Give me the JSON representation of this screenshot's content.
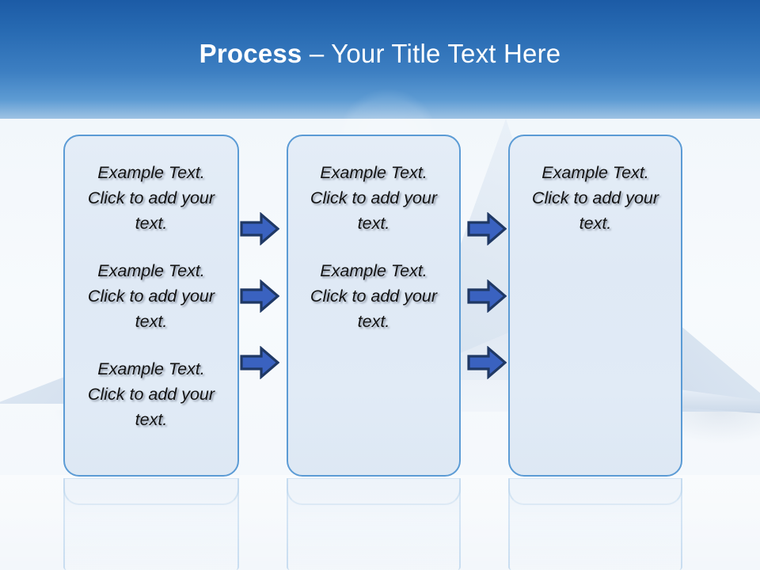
{
  "slide": {
    "title": {
      "strong": "Process",
      "rest": " – Your Title Text Here"
    },
    "theme": {
      "sky_top": "#1c5ba6",
      "sky_bottom": "#f2f7fb",
      "box_border": "#5b9bd5",
      "box_fill": "#e1ebf6",
      "arrow_fill": "#3a62c0",
      "arrow_outline": "#1f3864",
      "title_color": "#ffffff",
      "body_text": "#121212"
    },
    "boxes": [
      {
        "name": "process-box-1",
        "paragraphs": [
          "Example Text. Click  to add your text.",
          "Example Text. Click  to add your text.",
          "Example Text. Click  to add your text."
        ]
      },
      {
        "name": "process-box-2",
        "paragraphs": [
          "Example Text. Click  to add your text.",
          "Example Text. Click  to add your text."
        ]
      },
      {
        "name": "process-box-3",
        "paragraphs": [
          "Example Text. Click  to add your text."
        ]
      }
    ],
    "connectors": [
      {
        "name": "arrow-col1-row1",
        "direction": "right"
      },
      {
        "name": "arrow-col1-row2",
        "direction": "right"
      },
      {
        "name": "arrow-col1-row3",
        "direction": "right"
      },
      {
        "name": "arrow-col2-row1",
        "direction": "right"
      },
      {
        "name": "arrow-col2-row2",
        "direction": "right"
      },
      {
        "name": "arrow-col2-row3",
        "direction": "right"
      }
    ]
  }
}
